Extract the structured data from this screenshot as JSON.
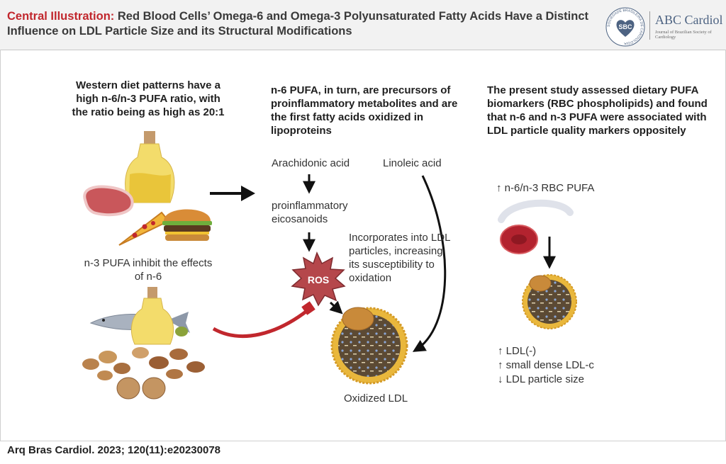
{
  "header": {
    "title_prefix": "Central Illustration:",
    "title": "Red Blood Cells’ Omega-6 and Omega-3 Polyunsaturated Fatty Acids Have a Distinct Influence on LDL Particle Size and its Structural Modifications",
    "logo_seal_text": "SBC",
    "logo_ring_text": "SOCIEDADE BRASILEIRA DE CARDIOLOGIA",
    "logo_name": "ABC Cardiol",
    "logo_subtitle": "Journal of Brazilian Society of Cardiology"
  },
  "left": {
    "heading": "Western diet patterns have a high n-6/n-3 PUFA ratio, with the ratio being as high as 20:1",
    "n3_text": "n-3 PUFA inhibit the effects of n-6"
  },
  "middle": {
    "heading": "n-6 PUFA, in turn, are precursors of proinflammatory metabolites and are the first fatty acids oxidized in lipoproteins",
    "arachidonic": "Arachidonic acid",
    "linoleic": "Linoleic acid",
    "proinflammatory": "proinflammatory eicosanoids",
    "ros": "ROS",
    "incorporates": "Incorporates into LDL particles, increasing its susceptibility to oxidation",
    "oxidized_ldl": "Oxidized LDL"
  },
  "right": {
    "heading": "The present study assessed dietary PUFA biomarkers (RBC phospholipids) and found that n-6 and n-3 PUFA were associated with LDL particle quality markers oppositely",
    "ratio_label": "↑ n-6/n-3 RBC PUFA",
    "results": [
      "↑ LDL(-)",
      "↑ small dense LDL-c",
      "↓ LDL particle size"
    ]
  },
  "footer": {
    "citation": "Arq Bras Cardiol. 2023; 120(11):e20230078"
  },
  "colors": {
    "accent_red": "#c1272d",
    "ros_fill": "#b5474b",
    "rbc": "#b3232f",
    "ldl_shell": "#e9b73c",
    "ldl_core": "#5c4a34"
  }
}
